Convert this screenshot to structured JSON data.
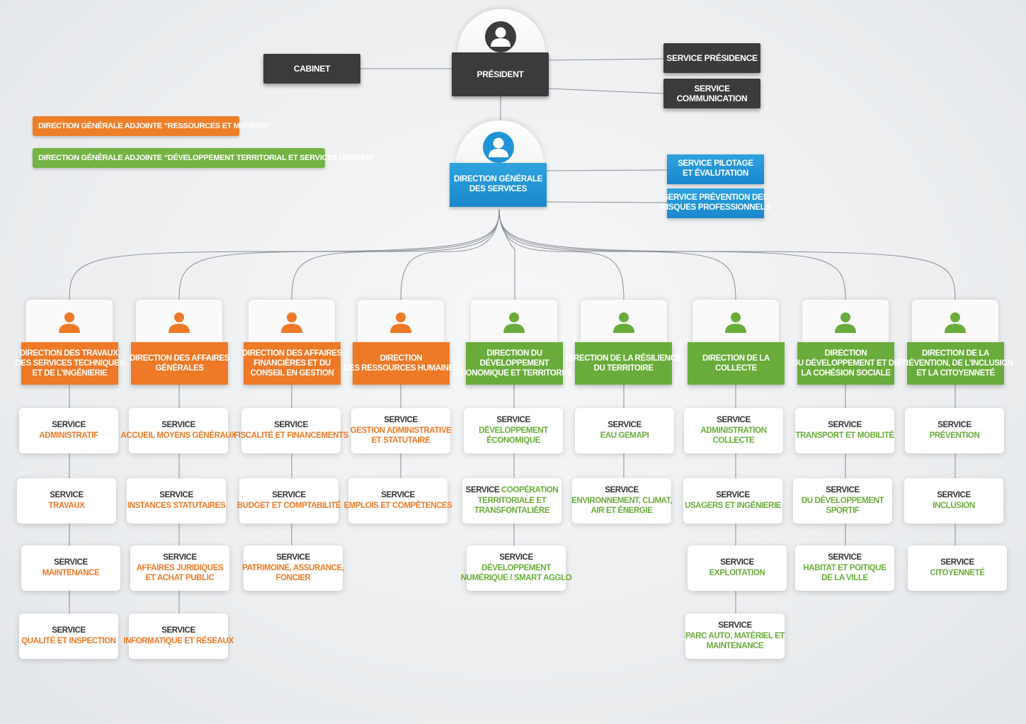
{
  "top": {
    "president": "PRÉSIDENT",
    "cabinet": "CABINET",
    "service_presidence": "SERVICE PRÉSIDENCE",
    "service_communication": "SERVICE COMMUNICATION"
  },
  "legend": {
    "ressources": "DIRECTION GÉNÉRALE ADJOINTE “RESSOURCES ET MOYENS”",
    "developpement": "DIRECTION GÉNÉRALE ADJOINTE “DÉVELOPPEMENT TERRITORIAL ET SERVICES URBAINS”"
  },
  "dgs": {
    "title": [
      "DIRECTION GÉNÉRALE",
      "DES SERVICES"
    ],
    "pilotage": [
      "SERVICE PILOTAGE",
      "ET ÉVALUTATION"
    ],
    "prevention": [
      "SERVICE PRÉVENTION DES",
      "RISQUES PROFESSIONNELS"
    ]
  },
  "colors": {
    "orange": "#ee7926",
    "green": "#6aac3b",
    "blue": "#1a87cc",
    "dark": "#3a3b3d"
  },
  "directions": [
    {
      "color": "orange",
      "title": [
        "DIRECTION DES TRAVAUX,",
        "DES SERVICES TECHNIQUES",
        "ET DE L’INGÉNIERIE"
      ],
      "services": [
        {
          "k": "SERVICE",
          "v": [
            "ADMINISTRATIF"
          ]
        },
        {
          "k": "SERVICE",
          "v": [
            "TRAVAUX"
          ]
        },
        {
          "k": "SERVICE",
          "v": [
            "MAINTENANCE"
          ]
        },
        {
          "k": "SERVICE",
          "v": [
            "QUALITÉ ET INSPECTION"
          ]
        }
      ]
    },
    {
      "color": "orange",
      "title": [
        "DIRECTION DES AFFAIRES",
        "GÉNÉRALES"
      ],
      "services": [
        {
          "k": "SERVICE",
          "v": [
            "ACCUEIL MOYENS GÉNÉRAUX"
          ]
        },
        {
          "k": "SERVICE",
          "v": [
            "INSTANCES STATUTAIRES"
          ]
        },
        {
          "k": "SERVICE",
          "v": [
            "AFFAIRES JURIDIQUES",
            "ET ACHAT PUBLIC"
          ]
        },
        {
          "k": "SERVICE",
          "v": [
            "INFORMATIQUE ET RÉSEAUX"
          ]
        }
      ]
    },
    {
      "color": "orange",
      "title": [
        "DIRECTION DES AFFAIRES",
        "FINANCIÈRES ET DU",
        "CONSEIL EN GESTION"
      ],
      "services": [
        {
          "k": "SERVICE",
          "v": [
            "FISCALITÉ ET FINANCEMENTS"
          ]
        },
        {
          "k": "SERVICE",
          "v": [
            "BUDGET ET COMPTABILITÉ"
          ]
        },
        {
          "k": "SERVICE",
          "v": [
            "PATRIMOINE, ASSURANCE,",
            "FONCIER"
          ]
        }
      ]
    },
    {
      "color": "orange",
      "title": [
        "DIRECTION",
        "DES RESSOURCES HUMAINES"
      ],
      "services": [
        {
          "k": "SERVICE",
          "v": [
            "GESTION ADMINISTRATIVE",
            "ET STATUTAIRE"
          ]
        },
        {
          "k": "SERVICE",
          "v": [
            "EMPLOIS ET COMPÉTENCES"
          ]
        }
      ]
    },
    {
      "color": "green",
      "title": [
        "DIRECTION DU",
        "DÉVELOPPEMENT",
        "ÉCONOMIQUE ET TERRITORIAL"
      ],
      "services": [
        {
          "k": "SERVICE",
          "v": [
            "DÉVELOPPEMENT",
            "ÉCONOMIQUE"
          ]
        },
        {
          "k": "SERVICE",
          "v": [
            "COOPÉRATION",
            "TERRITORIALE ET",
            "TRANSFONTALIÈRE"
          ],
          "inline": true
        },
        {
          "k": "SERVICE",
          "v": [
            "DÉVELOPPEMENT",
            "NUMÉRIQUE / SMART AGGLO"
          ]
        }
      ]
    },
    {
      "color": "green",
      "title": [
        "DIRECTION DE LA RÉSILIENCE",
        "DU TERRITOIRE"
      ],
      "services": [
        {
          "k": "SERVICE",
          "v": [
            "EAU GEMAPI"
          ]
        },
        {
          "k": "SERVICE",
          "v": [
            "ENVIRONNEMENT, CLIMAT,",
            "AIR ET ÉNERGIE"
          ]
        }
      ]
    },
    {
      "color": "green",
      "title": [
        "DIRECTION DE LA",
        "COLLECTE"
      ],
      "services": [
        {
          "k": "SERVICE",
          "v": [
            "ADMINISTRATION",
            "COLLECTE"
          ]
        },
        {
          "k": "SERVICE",
          "v": [
            "USAGERS ET INGÉNIERIE"
          ]
        },
        {
          "k": "SERVICE",
          "v": [
            "EXPLOITATION"
          ]
        },
        {
          "k": "SERVICE",
          "v": [
            "PARC AUTO, MATÉRIEL ET",
            "MAINTENANCE"
          ]
        }
      ]
    },
    {
      "color": "green",
      "title": [
        "DIRECTION",
        "DU DÉVELOPPEMENT ET DE",
        "LA COHÉSION SOCIALE"
      ],
      "services": [
        {
          "k": "SERVICE",
          "v": [
            "TRANSPORT ET MOBILITÉ"
          ]
        },
        {
          "k": "SERVICE",
          "v": [
            "DU DÉVELOPPEMENT",
            "SPORTIF"
          ]
        },
        {
          "k": "SERVICE",
          "v": [
            "HABITAT ET POITIQUE",
            "DE LA VILLE"
          ]
        }
      ]
    },
    {
      "color": "green",
      "title": [
        "DIRECTION DE LA",
        "PRÉVENTION, DE L’INCLUSION",
        "ET LA CITOYENNETÉ"
      ],
      "services": [
        {
          "k": "SERVICE",
          "v": [
            "PRÉVENTION"
          ]
        },
        {
          "k": "SERVICE",
          "v": [
            "INCLUSION"
          ]
        },
        {
          "k": "SERVICE",
          "v": [
            "CITOYENNETÉ"
          ]
        }
      ]
    }
  ]
}
